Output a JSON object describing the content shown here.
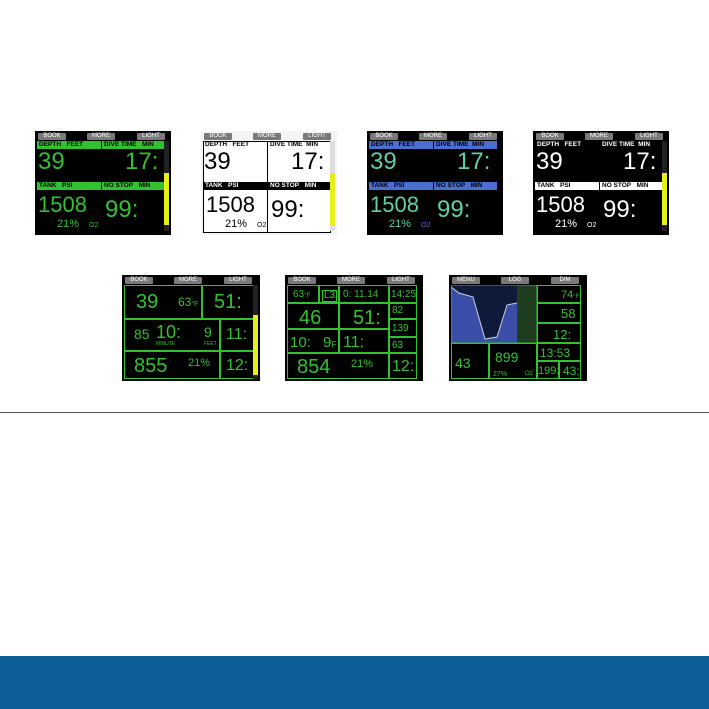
{
  "softkeys": {
    "book": "BOOK",
    "more": "MORE",
    "light": "LIGHT",
    "menu": "MENU",
    "log": "LOG",
    "dim": "DIM"
  },
  "labels": {
    "depth": "DEPTH",
    "feet": "FEET",
    "dive_time": "DIVE TIME",
    "min": "MIN",
    "tank": "TANK",
    "psi": "PSI",
    "no_stop": "NO STOP"
  },
  "basic": {
    "depth": "39",
    "time": "17:",
    "pressure": "1508",
    "o2_pct": "21%",
    "o2": "O2",
    "ndl": "99:"
  },
  "light": {
    "depth": "39",
    "time": "17:",
    "pressure": "1508",
    "o2_pct": "21%",
    "o2": "O2",
    "ndl": "99:"
  },
  "full": {
    "depth": "39",
    "temp": "63",
    "temp_unit": "°F",
    "time": "51:",
    "v1": "85",
    "stop": "10:",
    "stop_depth": "9",
    "minute": "MINUTE",
    "feet": "FEET",
    "tts": "11:",
    "pressure": "855",
    "o2_pct": "21%",
    "ndl": "12:"
  },
  "detail": {
    "temp": "63",
    "temp_unit": "°F",
    "level": "L3",
    "clock1": "0: 11.14",
    "time": "14:25",
    "depth": "46",
    "dtime": "51:",
    "r1": "82",
    "r2": "139",
    "stop": "10:",
    "stop_depth": "9",
    "f": "F",
    "tts": "11:",
    "r3": "63",
    "pressure": "854",
    "o2_pct": "21%",
    "ndl": "12:"
  },
  "graph": {
    "temp": "74",
    "temp_unit": "°F",
    "v58": "58",
    "v12": "12:",
    "depth": "43",
    "pressure": "899",
    "o2_pct": "27%",
    "o2": "O2",
    "clock": "13:53",
    "v199": "199:",
    "v43": "43:"
  }
}
